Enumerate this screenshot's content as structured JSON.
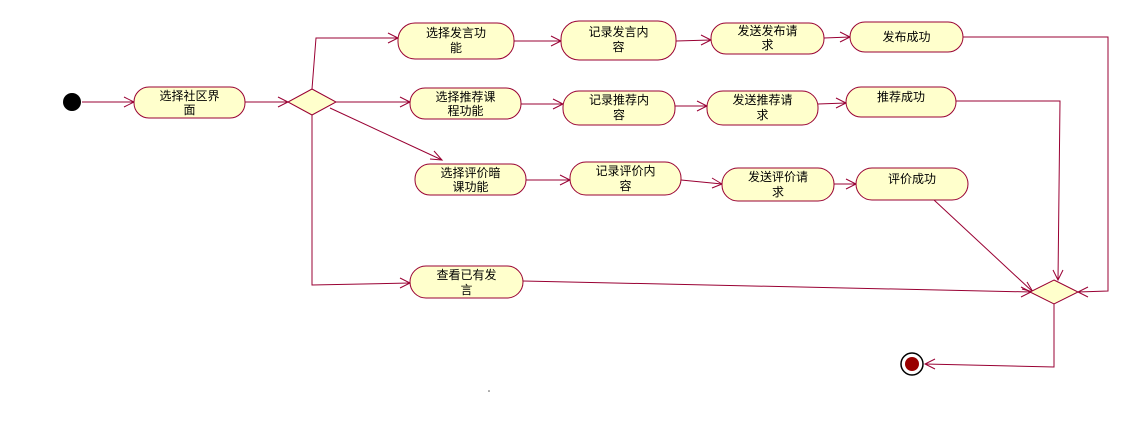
{
  "diagram": {
    "colors": {
      "node_fill": "#ffffcc",
      "stroke": "#990033",
      "initial": "#000000"
    },
    "nodes": {
      "community": [
        "选择社区界",
        "面"
      ],
      "post_select": [
        "选择发言功",
        "能"
      ],
      "post_record": [
        "记录发言内",
        "容"
      ],
      "post_send": [
        "发送发布请",
        "求"
      ],
      "post_success": [
        "发布成功"
      ],
      "rec_select": [
        "选择推荐课",
        "程功能"
      ],
      "rec_record": [
        "记录推荐内",
        "容"
      ],
      "rec_send": [
        "发送推荐请",
        "求"
      ],
      "rec_success": [
        "推荐成功"
      ],
      "eval_select": [
        "选择评价暗",
        "课功能"
      ],
      "eval_record": [
        "记录评价内",
        "容"
      ],
      "eval_send": [
        "发送评价请",
        "求"
      ],
      "eval_success": [
        "评价成功"
      ],
      "view": [
        "查看已有发",
        "言"
      ]
    }
  }
}
